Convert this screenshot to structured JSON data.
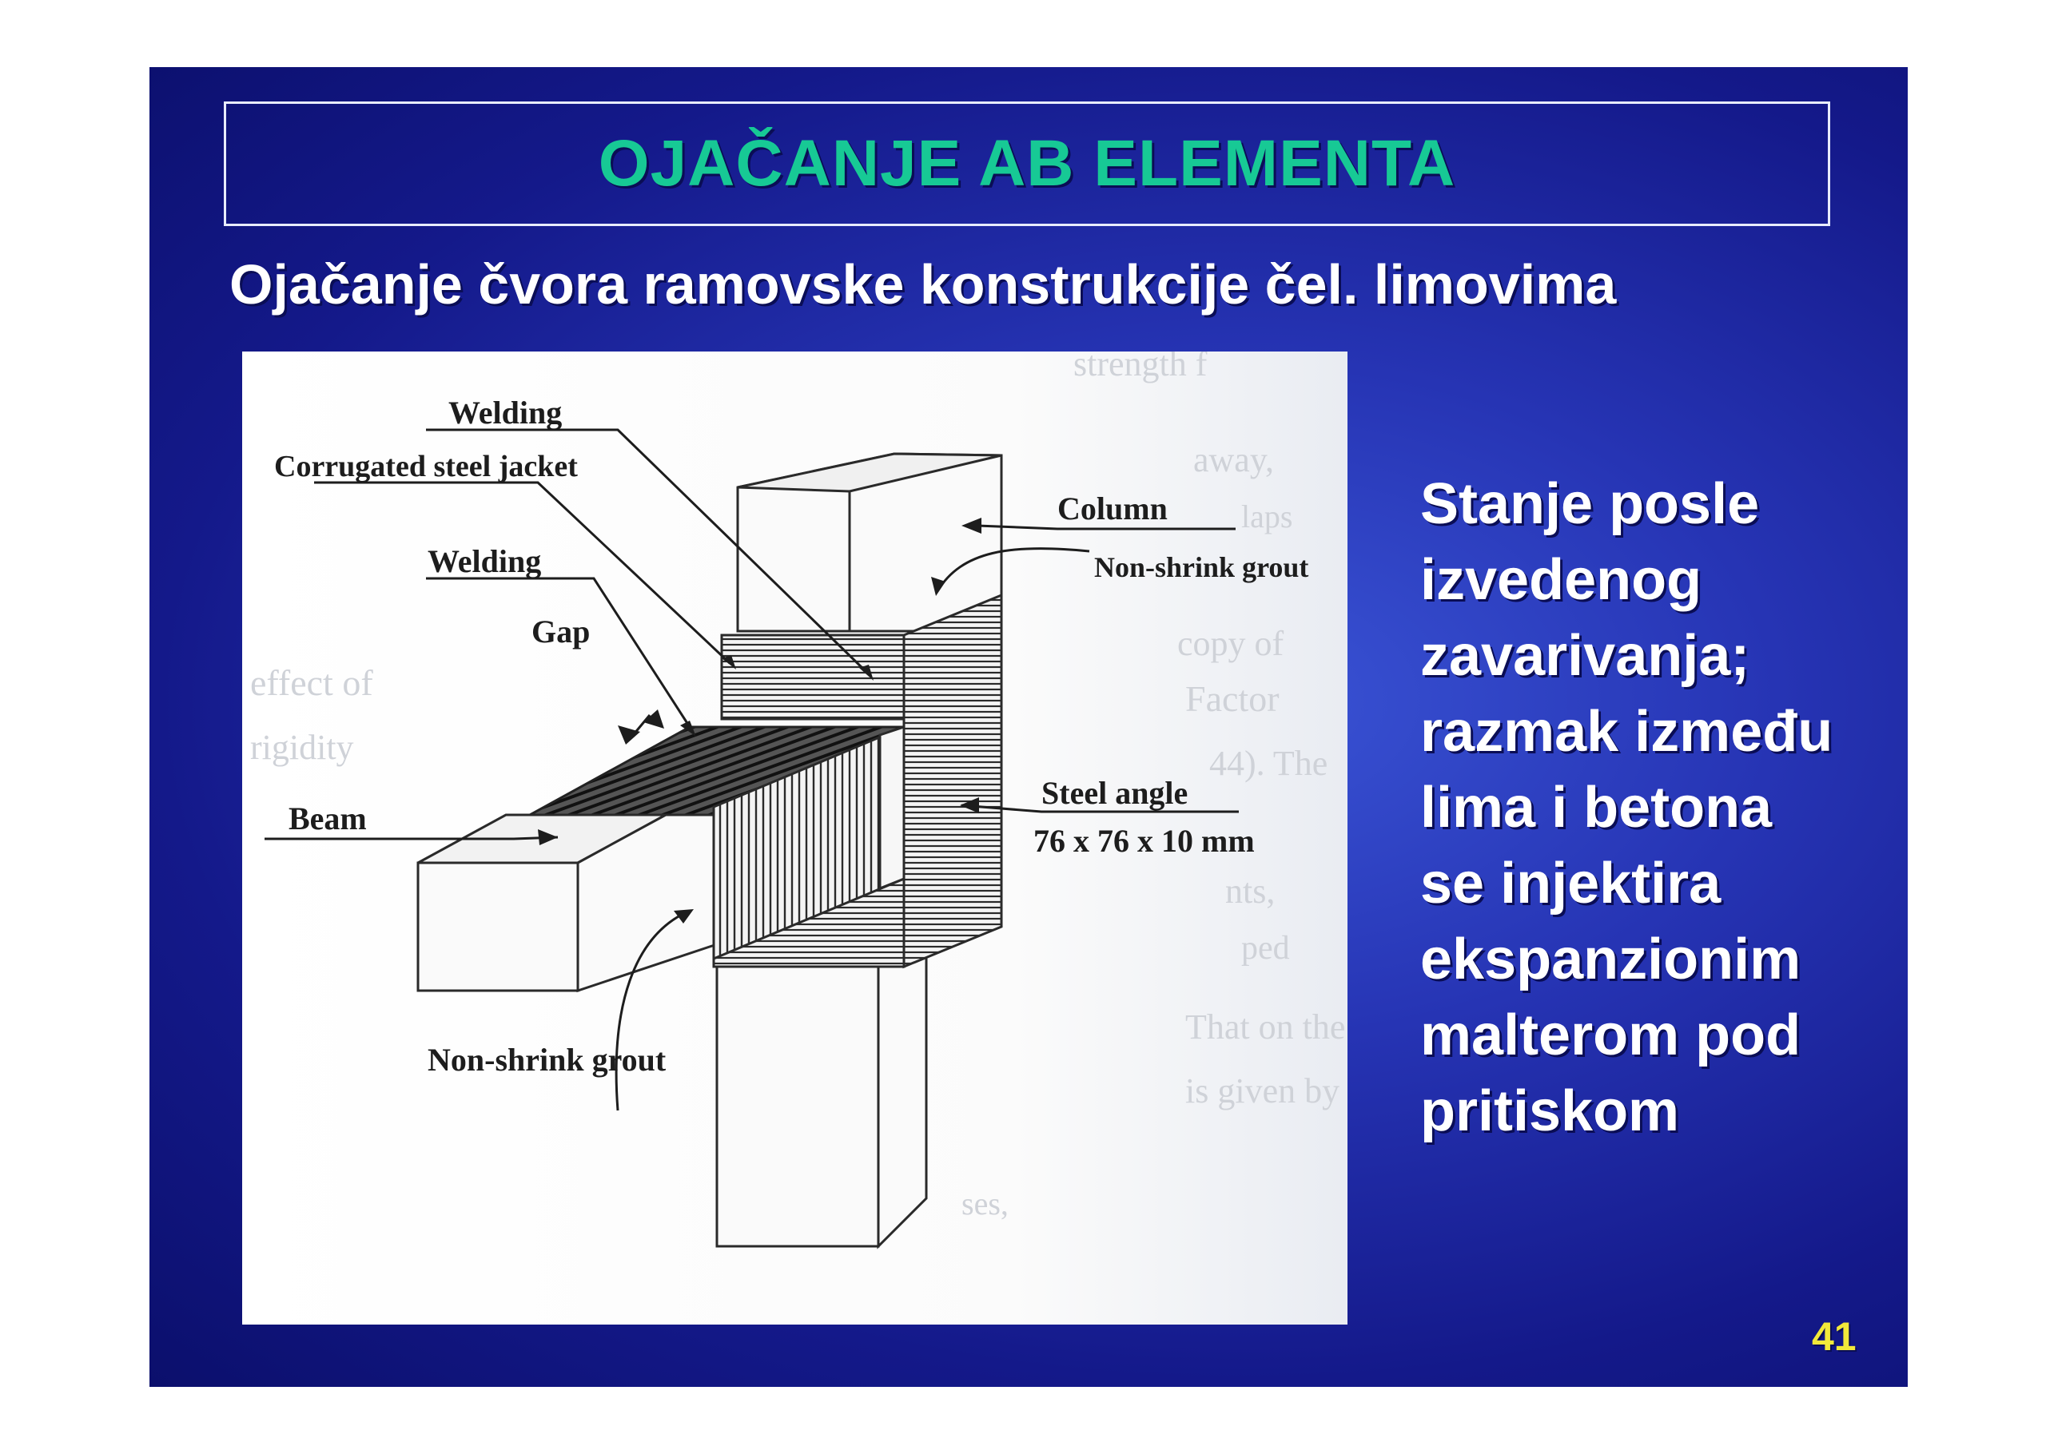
{
  "slide": {
    "title": "OJAČANJE AB ELEMENTA",
    "subtitle": "Ojačanje čvora ramovske konstrukcije čel. limovima",
    "description_lines": [
      "Stanje posle",
      "izvedenog",
      "zavarivanja;",
      "razmak između",
      "lima i betona",
      "se injektira",
      "ekspanzionim",
      "malterom pod",
      "pritiskom"
    ],
    "page_number": "41"
  },
  "figure": {
    "labels": {
      "welding_top": "Welding",
      "corrugated_jacket": "Corrugated steel jacket",
      "welding_mid": "Welding",
      "gap": "Gap",
      "beam": "Beam",
      "column": "Column",
      "grout_top": "Non-shrink grout",
      "steel_angle": "Steel angle",
      "steel_angle_size": "76 x 76 x 10 mm",
      "grout_bottom": "Non-shrink grout"
    }
  },
  "colors": {
    "title": "#17c995",
    "text": "#ffffff",
    "page_number": "#f2e93a",
    "background": "#1a22a0"
  }
}
